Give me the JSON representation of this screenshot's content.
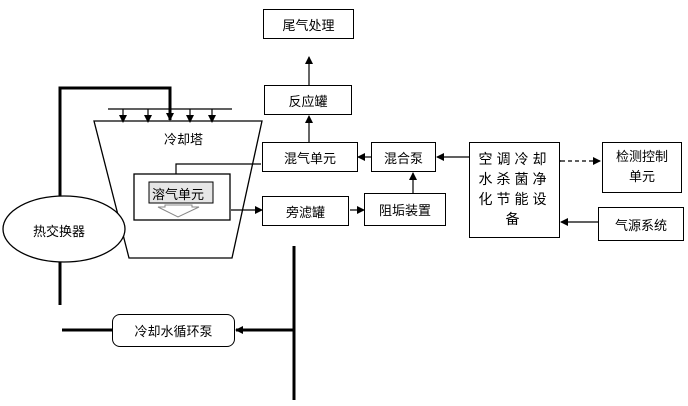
{
  "nodes": {
    "tail_gas": "尾气处理",
    "reactor": "反应罐",
    "cooling_tower": "冷却塔",
    "dissolver": "溶气单元",
    "mixer": "混气单元",
    "mix_pump": "混合泵",
    "side_filter": "旁滤罐",
    "scale_inhibitor": "阻垢装置",
    "ac_device": "空调冷却水杀菌净化节能设备",
    "monitor": "检测控制单元",
    "gas_source": "气源系统",
    "heat_exchanger": "热交换器",
    "circ_pump": "冷却水循环泵"
  }
}
